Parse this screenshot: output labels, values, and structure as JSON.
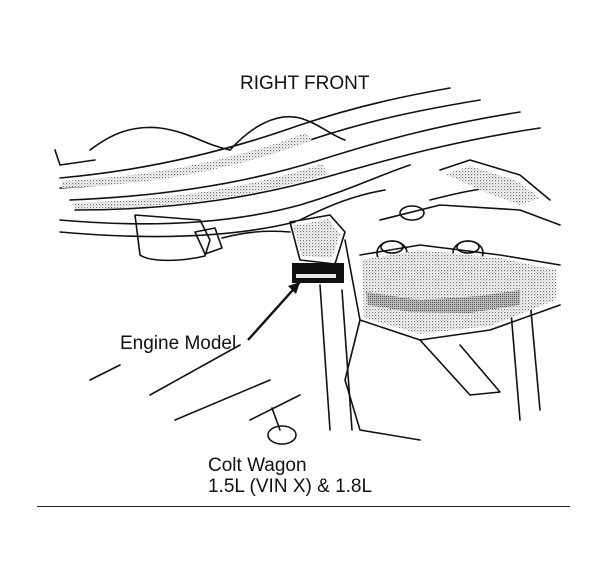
{
  "diagram": {
    "view_label": "RIGHT FRONT",
    "callout_label": "Engine Model",
    "caption": [
      "Colt Wagon",
      "1.5L (VIN X) & 1.8L"
    ]
  },
  "colors": {
    "ink": "#111111",
    "shade": "#b5b5b5",
    "background": "#ffffff"
  }
}
